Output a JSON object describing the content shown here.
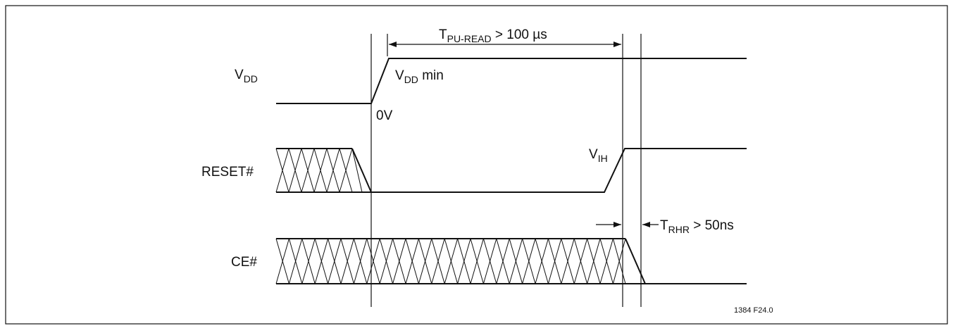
{
  "signals": {
    "vdd": {
      "main": "V",
      "sub": "DD"
    },
    "reset": "RESET#",
    "ce": "CE#"
  },
  "annotations": {
    "vdd_min": {
      "main": "V",
      "sub": "DD",
      "suffix": " min"
    },
    "zero_v": "0V",
    "vih": {
      "main": "V",
      "sub": "IH"
    },
    "tpu_read": {
      "main": "T",
      "sub": "PU-READ",
      "suffix": " > 100 µs"
    },
    "trhr": {
      "main": "T",
      "sub": "RHR",
      "suffix": " > 50ns"
    }
  },
  "figure_id": "1384 F24.0"
}
